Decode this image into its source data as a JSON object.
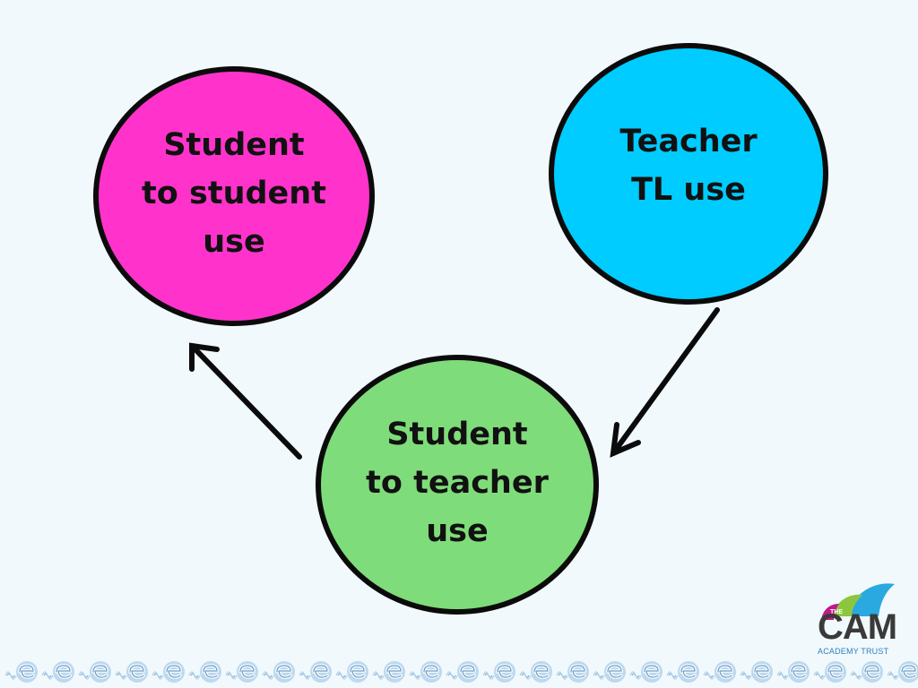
{
  "diagram": {
    "nodes": [
      {
        "id": "s2s",
        "label": "Student\nto student\nuse",
        "color": "#ff33cc"
      },
      {
        "id": "teacher",
        "label": "Teacher\nTL use",
        "color": "#00ccff"
      },
      {
        "id": "s2t",
        "label": "Student\nto teacher\nuse",
        "color": "#7fdc7a"
      }
    ],
    "edges": [
      {
        "from": "teacher",
        "to": "s2t"
      },
      {
        "from": "s2t",
        "to": "s2s"
      }
    ]
  },
  "logo": {
    "the": "THE",
    "name": "CAM",
    "subtitle": "ACADEMY TRUST"
  },
  "footer": {
    "pattern_icon": "e-speech-waves-icon",
    "repeat_count": 25
  }
}
